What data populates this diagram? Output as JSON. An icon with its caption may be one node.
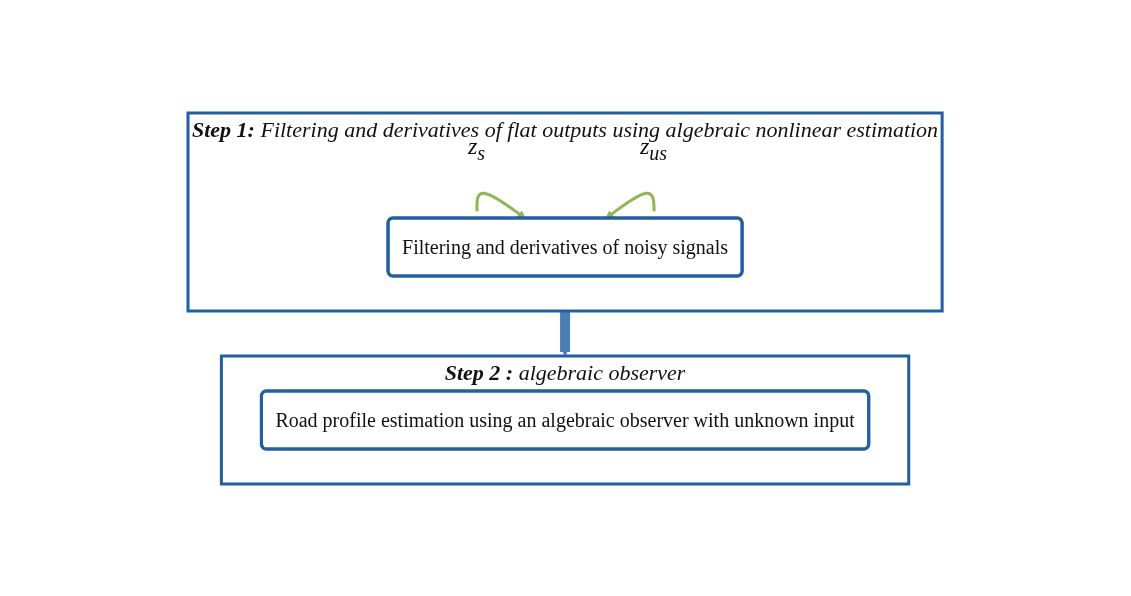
{
  "diagram": {
    "nodes": [
      {
        "text": [
          "Step 1:",
          "Filtering and derivatives of flat outputs using algebraic nonlinear estimation"
        ]
      },
      {
        "text": [
          "z$_{s}$"
        ],
        "in": 0
      },
      {
        "text": [
          "z$_{us}$"
        ],
        "in": 0
      },
      {
        "text": [
          "Filtering and derivatives of noisy signals"
        ],
        "in": 0
      },
      {
        "text": [
          "Step 2 :",
          "algebraic observer"
        ]
      },
      {
        "text": [
          "Road profile estimation using an algebraic observer with unknown input"
        ],
        "in": 4
      }
    ],
    "edges": [
      {
        "from": 1,
        "to": 3,
        "arrow": "to",
        "color": "#8db850"
      },
      {
        "from": 2,
        "to": 3,
        "arrow": "to",
        "color": "#8db850"
      },
      {
        "from": 0,
        "to": 4,
        "arrow": "to",
        "style": "thick",
        "color": "#4a7ebb"
      }
    ]
  }
}
